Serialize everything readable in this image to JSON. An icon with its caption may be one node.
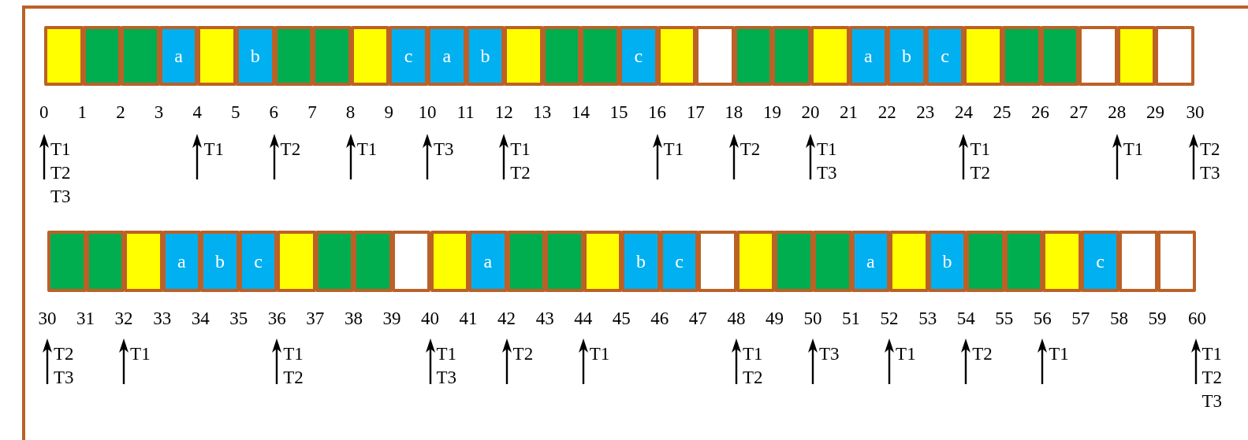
{
  "diagram": {
    "nodes": [
      {
        "text": [],
        "shape": "box"
      },
      {
        "text": [],
        "shape": "box"
      },
      {
        "text": [],
        "shape": "box"
      },
      {
        "text": [
          "a"
        ]
      },
      {
        "text": [],
        "shape": "box"
      },
      {
        "text": [
          "b"
        ]
      },
      {
        "text": [],
        "shape": "box"
      },
      {
        "text": [],
        "shape": "box"
      },
      {
        "text": [],
        "shape": "box"
      },
      {
        "text": [
          "c"
        ]
      },
      {
        "text": [
          "a"
        ]
      },
      {
        "text": [
          "b"
        ]
      },
      {
        "text": [],
        "shape": "box"
      },
      {
        "text": [],
        "shape": "box"
      },
      {
        "text": [],
        "shape": "box"
      },
      {
        "text": [
          "c"
        ]
      },
      {
        "text": [],
        "shape": "box"
      },
      {
        "text": [],
        "shape": "box"
      },
      {
        "text": [],
        "shape": "box"
      },
      {
        "text": [],
        "shape": "box"
      },
      {
        "text": [],
        "shape": "box"
      },
      {
        "text": [
          "a"
        ]
      },
      {
        "text": [
          "b"
        ]
      },
      {
        "text": [
          "c"
        ]
      },
      {
        "text": [],
        "shape": "box"
      },
      {
        "text": [],
        "shape": "box"
      },
      {
        "text": [],
        "shape": "box"
      },
      {
        "text": [],
        "shape": "box"
      },
      {
        "text": [],
        "shape": "box"
      },
      {
        "text": [],
        "shape": "box"
      },
      {
        "text": [],
        "shape": "box"
      },
      {
        "text": [],
        "shape": "box"
      },
      {
        "text": [],
        "shape": "box"
      },
      {
        "text": [
          "a"
        ]
      },
      {
        "text": [
          "b"
        ]
      },
      {
        "text": [
          "c"
        ]
      },
      {
        "text": [],
        "shape": "box"
      },
      {
        "text": [],
        "shape": "box"
      },
      {
        "text": [],
        "shape": "box"
      },
      {
        "text": [],
        "shape": "box"
      },
      {
        "text": [],
        "shape": "box"
      },
      {
        "text": [
          "a"
        ]
      },
      {
        "text": [],
        "shape": "box"
      },
      {
        "text": [],
        "shape": "box"
      },
      {
        "text": [],
        "shape": "box"
      },
      {
        "text": [
          "b"
        ]
      },
      {
        "text": [
          "c"
        ]
      },
      {
        "text": [],
        "shape": "box"
      },
      {
        "text": [],
        "shape": "box"
      },
      {
        "text": [],
        "shape": "box"
      },
      {
        "text": [],
        "shape": "box"
      },
      {
        "text": [
          "a"
        ]
      },
      {
        "text": [],
        "shape": "box"
      },
      {
        "text": [
          "b"
        ]
      },
      {
        "text": [],
        "shape": "box"
      },
      {
        "text": [],
        "shape": "box"
      },
      {
        "text": [],
        "shape": "box"
      },
      {
        "text": [
          "c"
        ]
      },
      {
        "text": [],
        "shape": "box"
      },
      {
        "text": [],
        "shape": "box"
      }
    ],
    "labels": [
      "0",
      "1",
      "2",
      "3",
      "4",
      "5",
      "6",
      "7",
      "8",
      "9",
      "10",
      "11",
      "12",
      "13",
      "14",
      "15",
      "16",
      "17",
      "18",
      "19",
      "20",
      "21",
      "22",
      "23",
      "24",
      "25",
      "26",
      "27",
      "28",
      "29",
      "30",
      "T1 T2 T3",
      "T1",
      "T2",
      "T1",
      "T3",
      "T1 T2",
      "T1",
      "T2",
      "T1 T3",
      "T1 T2",
      "T1",
      "T2 T3",
      "30",
      "31",
      "32",
      "33",
      "34",
      "35",
      "36",
      "37",
      "38",
      "39",
      "40",
      "41",
      "42",
      "43",
      "44",
      "45",
      "46",
      "47",
      "48",
      "49",
      "50",
      "51",
      "52",
      "53",
      "54",
      "55",
      "56",
      "57",
      "58",
      "59",
      "60",
      "T2 T3",
      "T1",
      "T1 T2",
      "T1 T3",
      "T2",
      "T1",
      "T1 T2",
      "T3",
      "T1",
      "T2",
      "T1",
      "T1 T2 T3"
    ]
  }
}
